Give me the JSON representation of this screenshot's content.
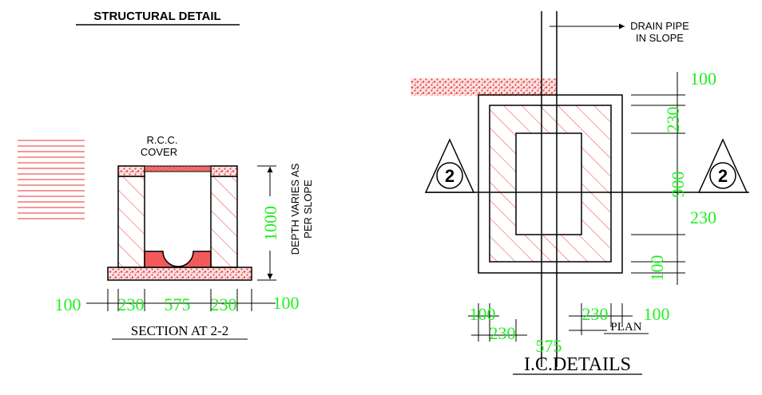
{
  "heading": "STRUCTURAL DETAIL",
  "section": {
    "cover_label_line1": "R.C.C.",
    "cover_label_line2": "COVER",
    "depth_note_line1": "DEPTH VARIES AS",
    "depth_note_line2": "PER SLOPE",
    "depth_dim": "1000",
    "dims": [
      "100",
      "230",
      "575",
      "230",
      "100"
    ],
    "caption": "SECTION AT 2-2"
  },
  "plan": {
    "drain_label_line1": "DRAIN PIPE",
    "drain_label_line2": "IN SLOPE",
    "section_mark": "2",
    "right_dims": [
      "100",
      "230",
      "900",
      "230",
      "100"
    ],
    "bottom_dims": [
      "100",
      "230",
      "575",
      "230",
      "100"
    ],
    "caption": "PLAN",
    "title": "I.C.DETAILS"
  },
  "colors": {
    "line": "#000000",
    "hatch": "#f05a5a",
    "dimension_text": "#22ee22"
  }
}
